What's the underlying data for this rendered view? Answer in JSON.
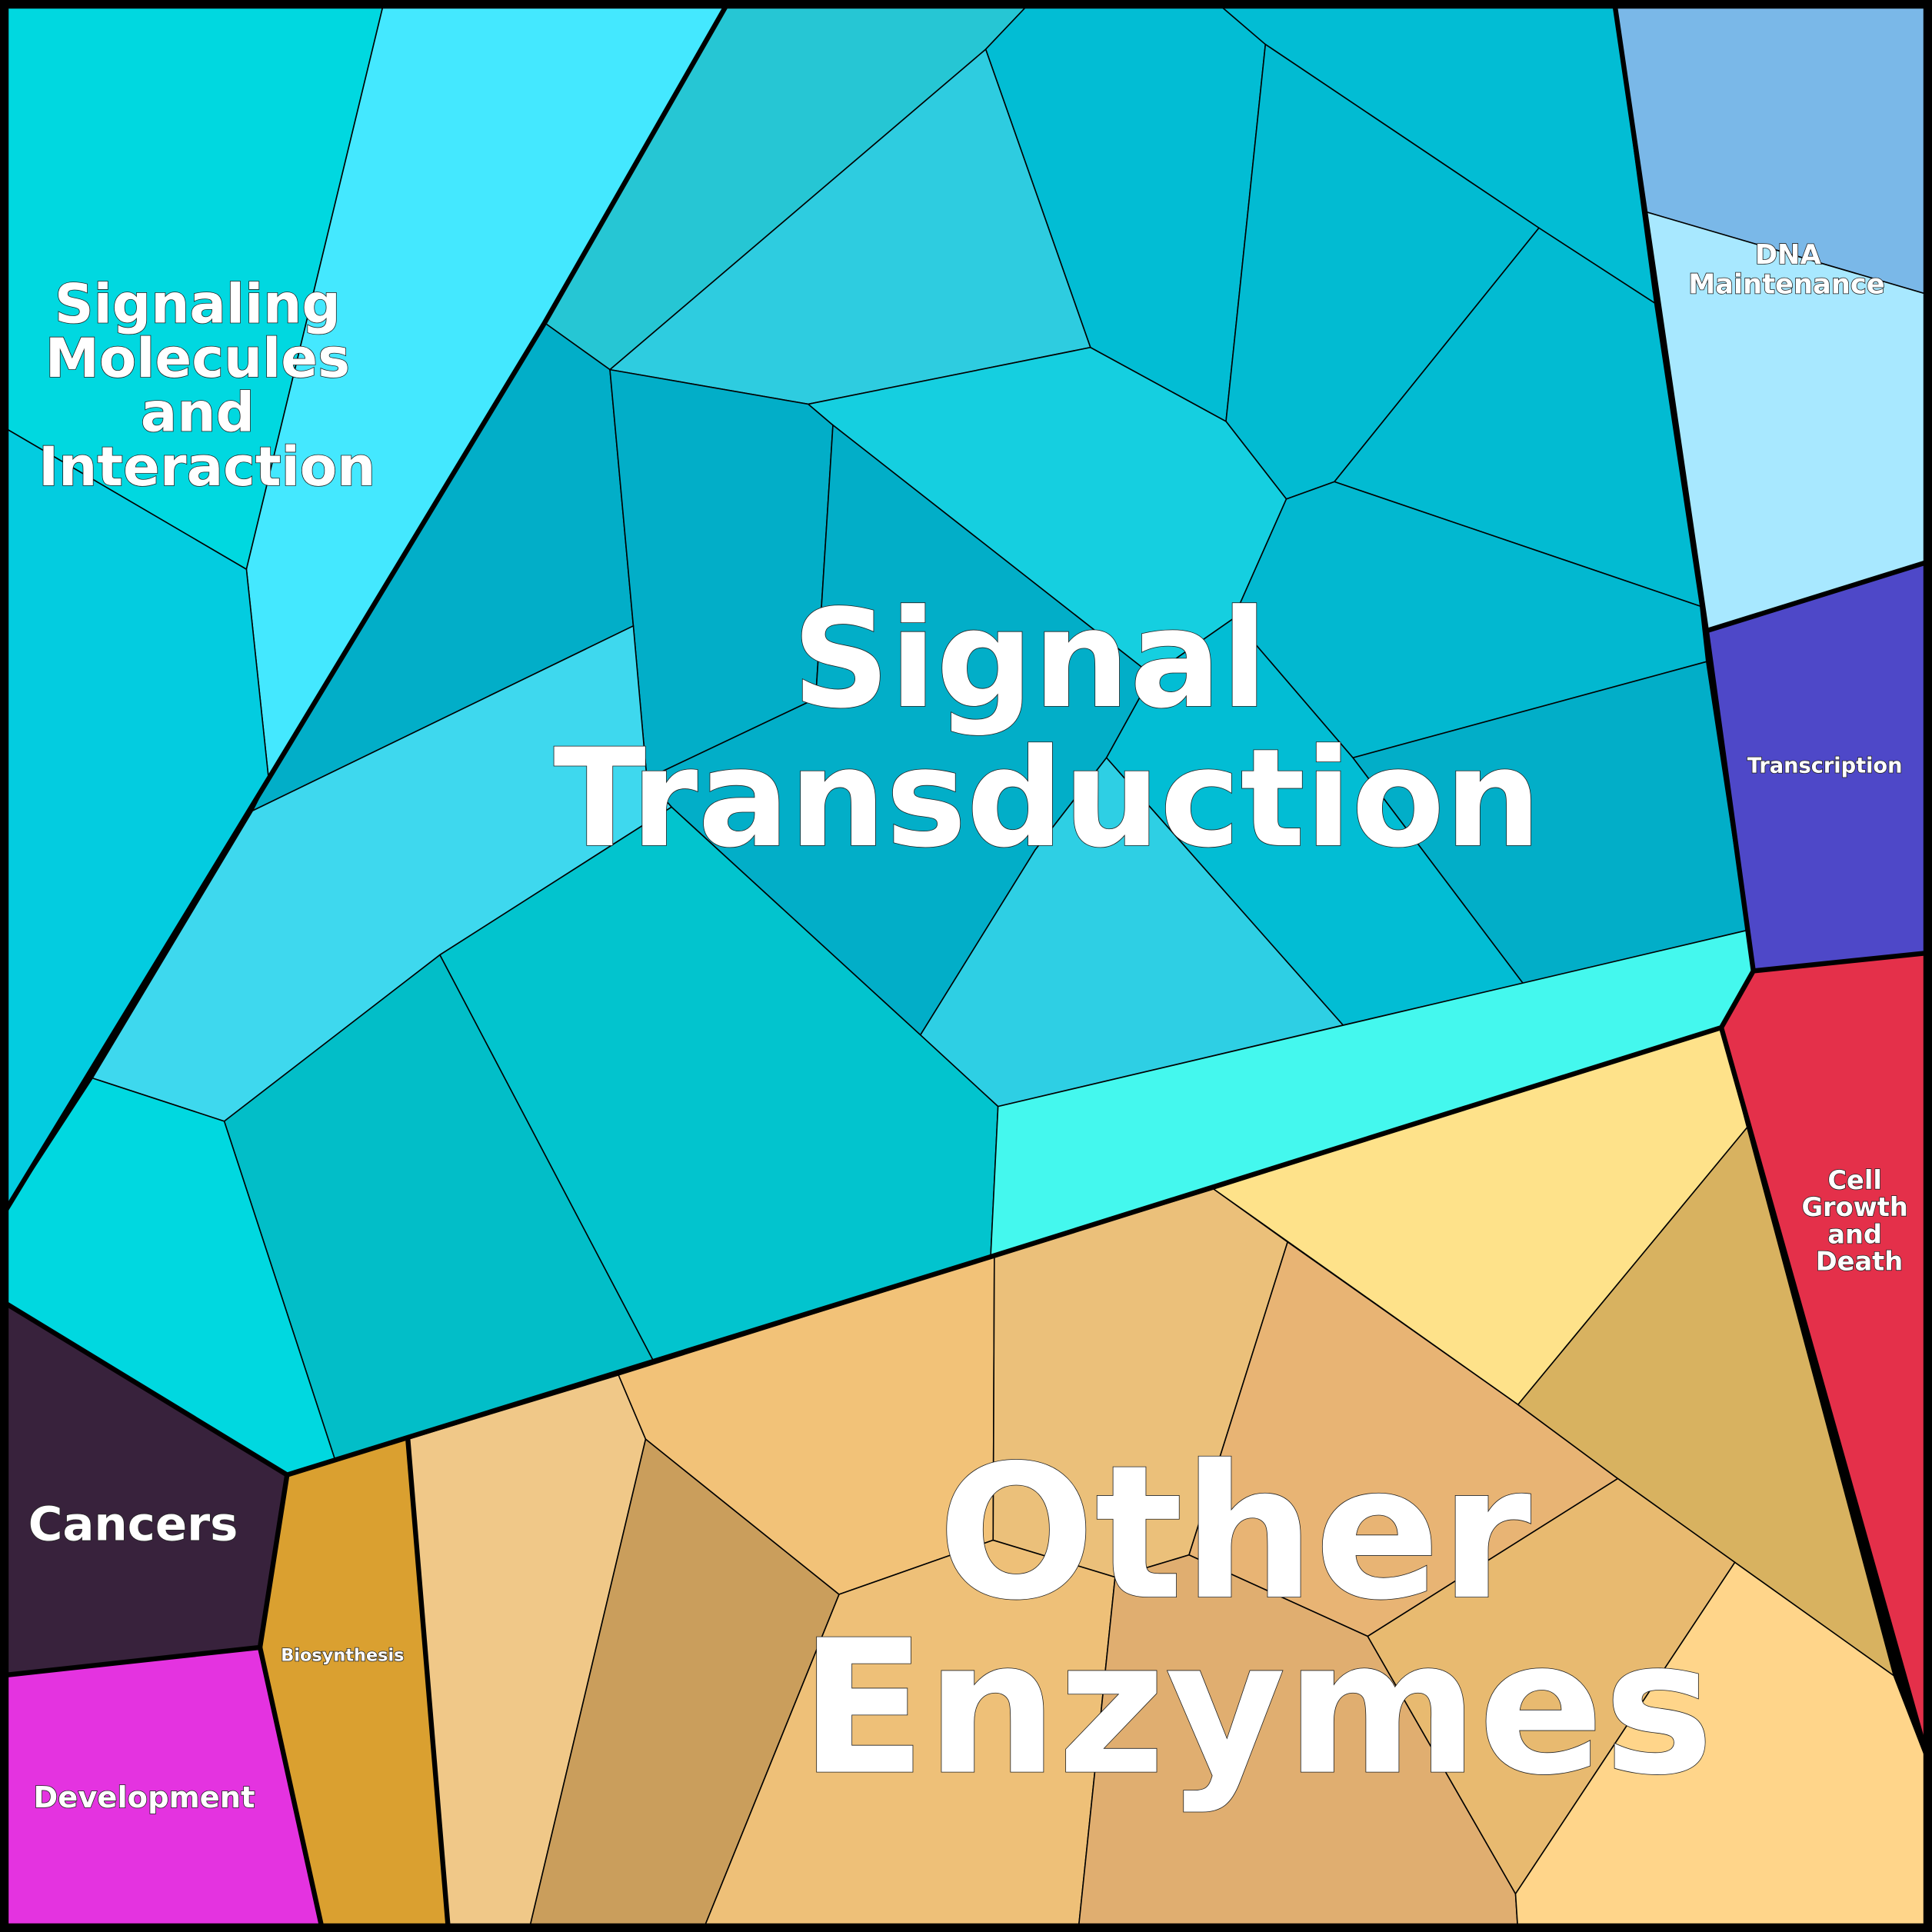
{
  "chart_data": {
    "type": "voronoi-treemap",
    "title": "",
    "groups": [
      {
        "name": "Signaling Molecules and Interaction",
        "lines": [
          "Signaling",
          "Molecules",
          "and",
          "Interaction"
        ],
        "color": "#00D8E0"
      },
      {
        "name": "Signal Transduction",
        "lines": [
          "Signal",
          "Transduction"
        ],
        "color": "#02BDD4"
      },
      {
        "name": "DNA Maintenance",
        "lines": [
          "DNA",
          "Maintenance"
        ],
        "color": "#A8E8FF"
      },
      {
        "name": "Transcription",
        "lines": [
          "Transcription"
        ],
        "color": "#4E48C8"
      },
      {
        "name": "Cell Growth and Death",
        "lines": [
          "Cell",
          "Growth",
          "and",
          "Death"
        ],
        "color": "#E4304A"
      },
      {
        "name": "Other Enzymes",
        "lines": [
          "Other",
          "Enzymes"
        ],
        "color": "#F2C278"
      },
      {
        "name": "Cancers",
        "lines": [
          "Cancers"
        ],
        "color": "#38223C"
      },
      {
        "name": "Development",
        "lines": [
          "Development"
        ],
        "color": "#E433E0"
      },
      {
        "name": "Biosynthesis",
        "lines": [
          "Biosynthesis"
        ],
        "color": "#DAA030"
      }
    ],
    "cell_colors": {
      "signaling": [
        "#00D8E0",
        "#44E8FF",
        "#03CCE0"
      ],
      "signal": [
        "#26C6D4",
        "#02BDD4",
        "#02BDD4",
        "#2ECCE0",
        "#02BBD2",
        "#02BBD2",
        "#02AEC8",
        "#02AEC8",
        "#15CFE0",
        "#02AEC8",
        "#02B8D0",
        "#02AEC8",
        "#02BDD4",
        "#2ECFE4",
        "#3ED8EE",
        "#02C4CE",
        "#02BEC8",
        "#00D8E0",
        "#44F8EE"
      ],
      "dna": [
        "#7AB8E8",
        "#A8E8FF"
      ],
      "transcription": [
        "#4E48C8"
      ],
      "cell_growth": [
        "#E4304A"
      ],
      "cancers": [
        "#38223C"
      ],
      "development": [
        "#E433E0"
      ],
      "biosynthesis": [
        "#DAA030"
      ],
      "enzymes": [
        "#F0C888",
        "#CA9E5C",
        "#F2C278",
        "#EBC07A",
        "#FEE28A",
        "#E8B474",
        "#D8B260",
        "#EEC078",
        "#E0AE70",
        "#E8BA70",
        "#FFD58A"
      ]
    }
  }
}
